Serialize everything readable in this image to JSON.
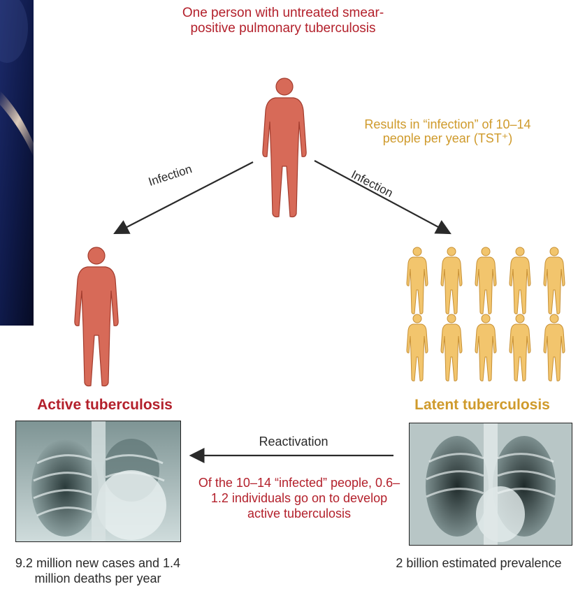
{
  "source": {
    "title": "One person with untreated smear-positive pulmonary tuberculosis",
    "color": "#b3202b"
  },
  "infection_result": {
    "text": "Results in “infection” of 10–14 people per year (TST⁺)",
    "color": "#cf9a2b"
  },
  "edges": {
    "infection_left": "Infection",
    "infection_right": "Infection",
    "reactivation": "Reactivation"
  },
  "active": {
    "title": "Active tuberculosis",
    "stats": "9.2 million new cases and 1.4 million deaths per year",
    "color": "#b3202b"
  },
  "latent": {
    "title": "Latent tuberculosis",
    "stats": "2 billion estimated prevalence",
    "color": "#cf9a2b",
    "figure_count": 10
  },
  "reactivation_note": {
    "text": "Of the 10–14 “infected” people, 0.6–1.2 individuals go on to develop active tuberculosis"
  },
  "icons": [
    "person-figure-icon",
    "arrow-icon",
    "chest-xray-image"
  ]
}
